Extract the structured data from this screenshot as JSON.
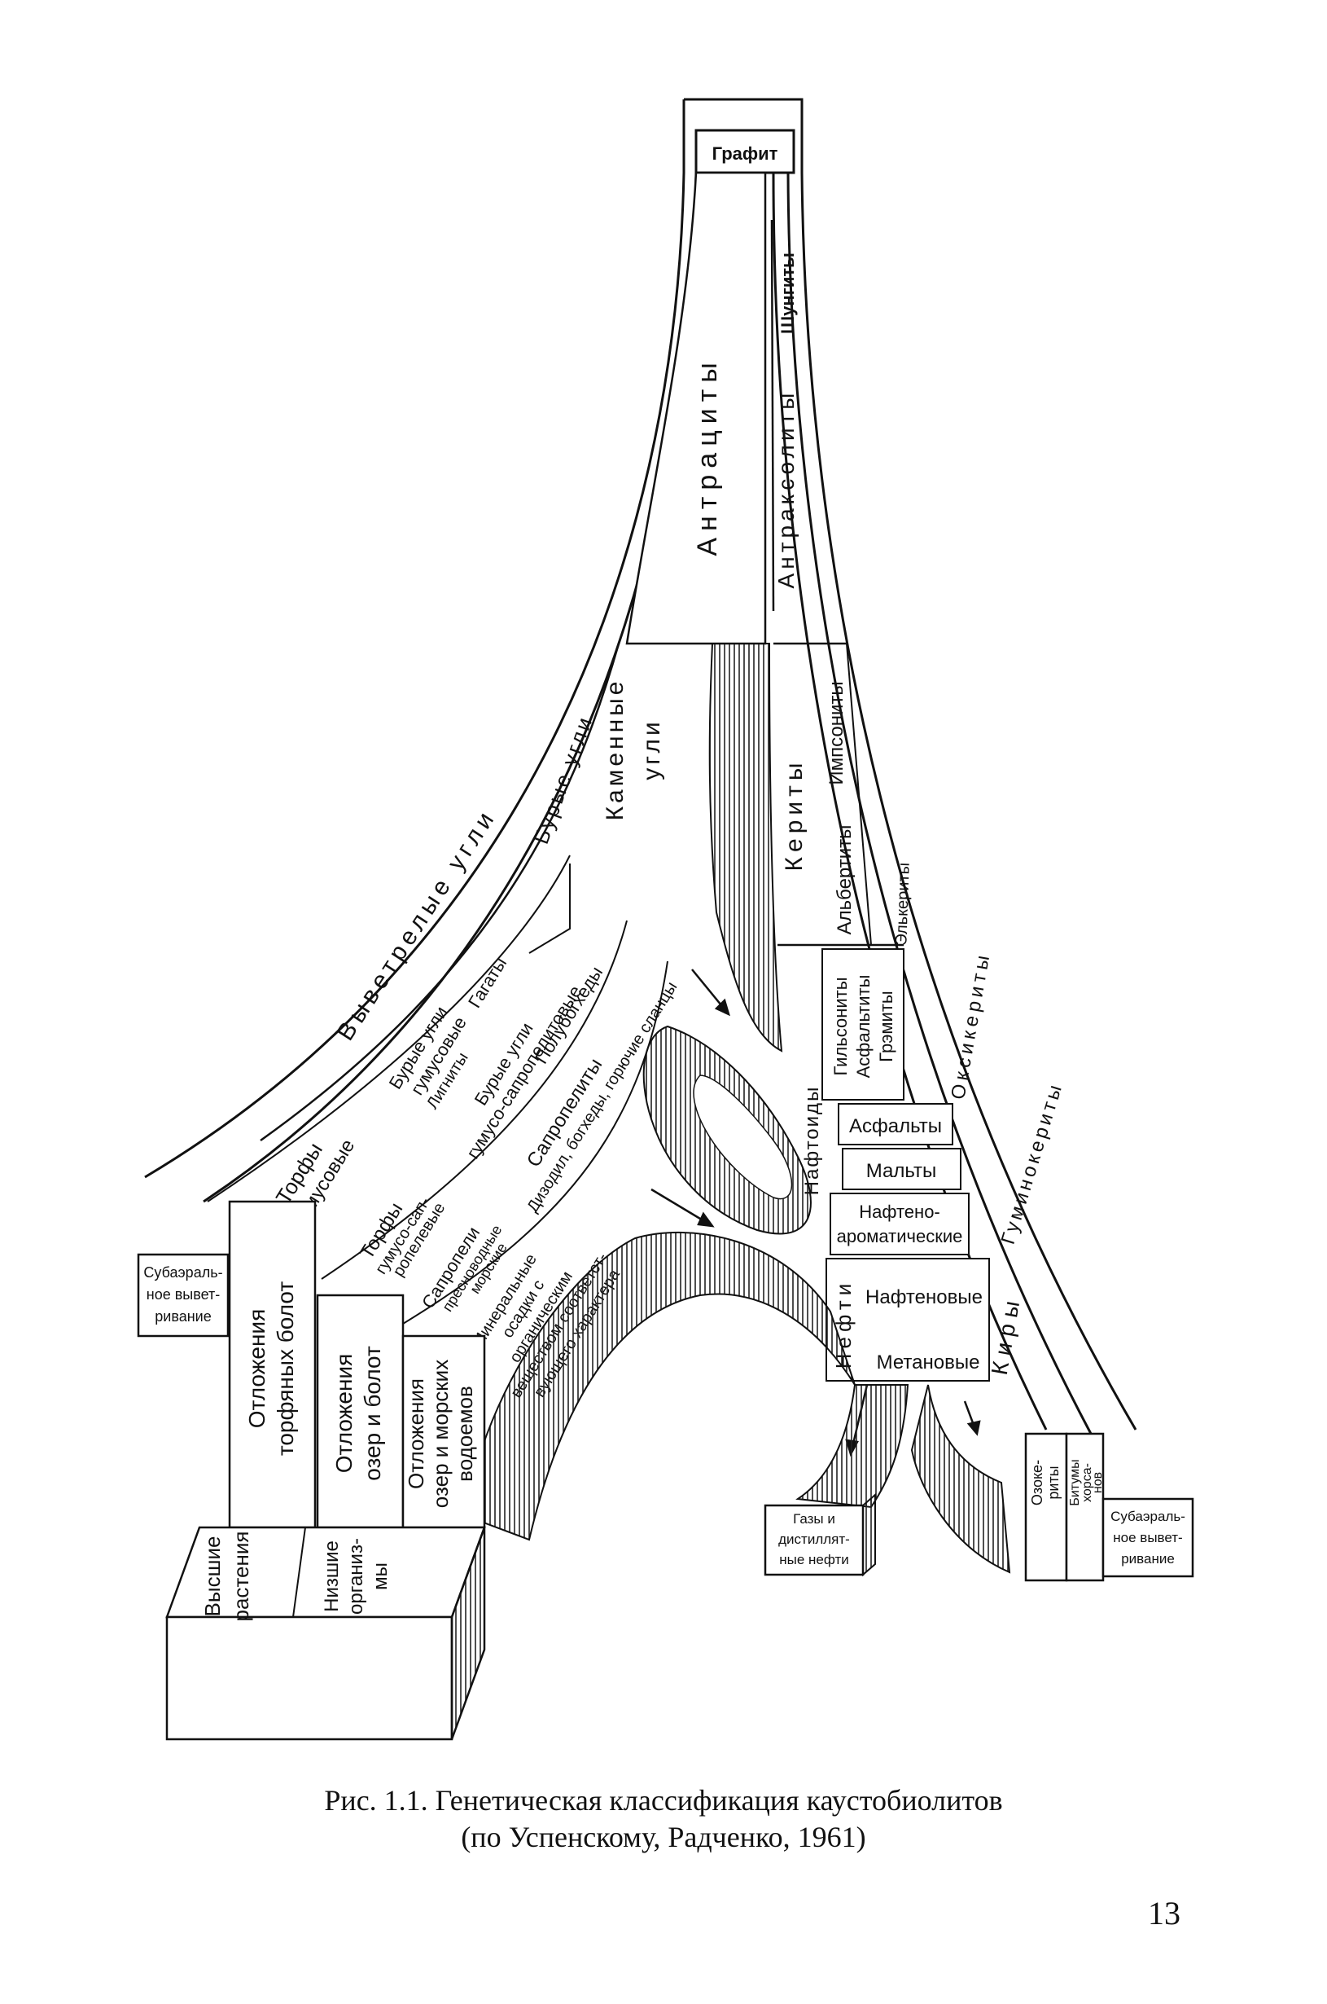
{
  "figure": {
    "top_box": "Графит",
    "shungites": "Шунгиты",
    "anthracites": "Антрациты",
    "anthraxolites": "Антраксолиты",
    "stone_coals": [
      "Каменные",
      "угли"
    ],
    "weathered_coals": "Выветрелые угли",
    "brown_coals_right": "Бурые угли",
    "kerites": "Кериты",
    "impsonites": "Импсониты",
    "albertites": "Альбертиты",
    "elkerites": "Элькериты",
    "gagates": "Гагаты",
    "brown_humic": [
      "Бурые угли",
      "гумусовые"
    ],
    "lignites": "Лигниты",
    "brown_humus_sapropel": [
      "Бурые угли",
      "гумусо-сапропелитовые"
    ],
    "semi_boghead": "Полубогхеды",
    "sapropelites": "Сапропелиты",
    "bogheads": "Дизодил, богхеды, горючие сланцы",
    "gilsonites": "Гильсониты",
    "asphaltites": "Асфальтиты",
    "grahamites": "Грэмиты",
    "naphthoids": "Нафтоиды",
    "asphalts": "Асфальты",
    "maltha": "Мальты",
    "naphtheno_aromatic": [
      "Нафтено-",
      "ароматические"
    ],
    "oils": "Нефти",
    "naphthenic": "Нафтеновые",
    "methane": "Метановые",
    "oxykerites": "Оксикериты",
    "huminokerites": "Гуминокериты",
    "kirs": "Киры",
    "peat_humic": [
      "Торфы",
      "гумусовые"
    ],
    "peat_humus_sapropel": [
      "Торфы",
      "гумусо-сап-",
      "ропелевые"
    ],
    "sapropel_types": [
      "Сапропели",
      "пресноводные",
      "морские"
    ],
    "mineral_sediments": [
      "Минеральные",
      "осадки с",
      "органическим",
      "веществом соответст-",
      "вующего характера"
    ],
    "subaerial_left": [
      "Субаэраль-",
      "ное вывет-",
      "ривание"
    ],
    "peat_bog_deposits": [
      "Отложения",
      "торфяных болот"
    ],
    "lake_bog_deposits": [
      "Отложения",
      "озер и болот"
    ],
    "marine_deposits": [
      "Отложения",
      "озер и морских",
      "водоемов"
    ],
    "higher_plants": [
      "Высшие",
      "растения"
    ],
    "lower_organisms": [
      "Низшие",
      "организ-",
      "мы"
    ],
    "gases": [
      "Газы и",
      "дистиллят-",
      "ные нефти"
    ],
    "ozokerites": [
      "Озоке-",
      "риты"
    ],
    "bitumen": [
      "Битумы",
      "хорса-",
      "нов"
    ],
    "subaerial_right": [
      "Субаэраль-",
      "ное вывет-",
      "ривание"
    ]
  },
  "caption": [
    "Рис. 1.1. Генетическая классификация каустобиолитов",
    "(по Успенскому, Радченко, 1961)"
  ],
  "page_number": "13"
}
